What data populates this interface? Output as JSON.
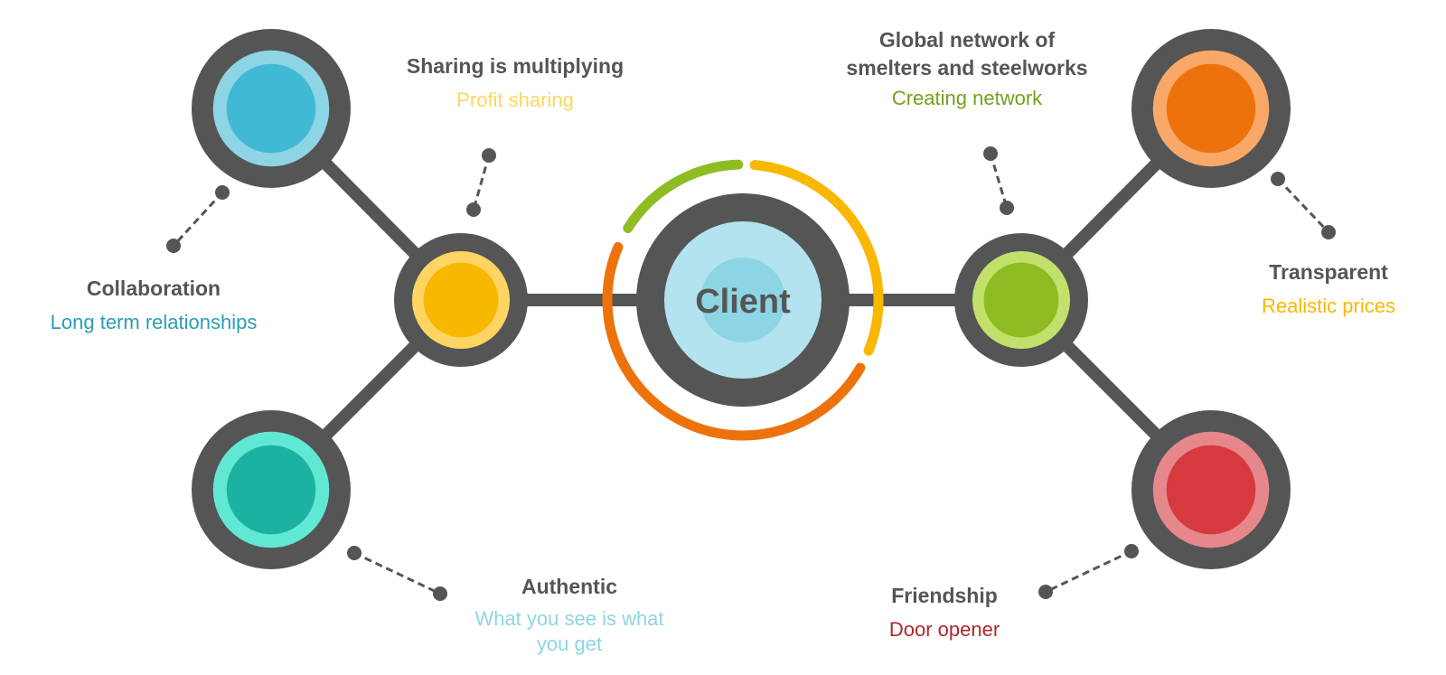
{
  "center": {
    "label": "Client",
    "outer_color": "#555555",
    "ring_color": "#b3e3ee",
    "inner_color": "#8dd5e4"
  },
  "ring_segments": [
    {
      "name": "green",
      "color": "#8fbc23"
    },
    {
      "name": "yellow",
      "color": "#f9b800"
    },
    {
      "name": "orange",
      "color": "#ee720b"
    }
  ],
  "line_color": "#555555",
  "nodes": [
    {
      "id": "collaboration",
      "title": "Collaboration",
      "subtitle": "Long term relationships",
      "subtitle_color": "#2a9db5",
      "ring_color": "#8dd5e4",
      "core_color": "#40b9d4"
    },
    {
      "id": "sharing",
      "title": "Sharing is multiplying",
      "subtitle": "Profit sharing",
      "subtitle_color": "#fdd561",
      "ring_color": "#fed562",
      "core_color": "#f9b800"
    },
    {
      "id": "authentic",
      "title": "Authentic",
      "subtitle_lines": [
        "What you see is what",
        "you get"
      ],
      "subtitle_color": "#8dd5e4",
      "ring_color": "#61e8d5",
      "core_color": "#1bb39f"
    },
    {
      "id": "global",
      "title_lines": [
        "Global network of",
        "smelters and steelworks"
      ],
      "subtitle": "Creating network",
      "subtitle_color": "#73a11c",
      "ring_color": "#c2e06c",
      "core_color": "#8fbc23"
    },
    {
      "id": "transparent",
      "title": "Transparent",
      "subtitle": "Realistic prices",
      "subtitle_color": "#f9b800",
      "ring_color": "#f9a867",
      "core_color": "#ee720b"
    },
    {
      "id": "friendship",
      "title": "Friendship",
      "subtitle": "Door opener",
      "subtitle_color": "#b1262b",
      "ring_color": "#e6878b",
      "core_color": "#d63a3e"
    }
  ]
}
